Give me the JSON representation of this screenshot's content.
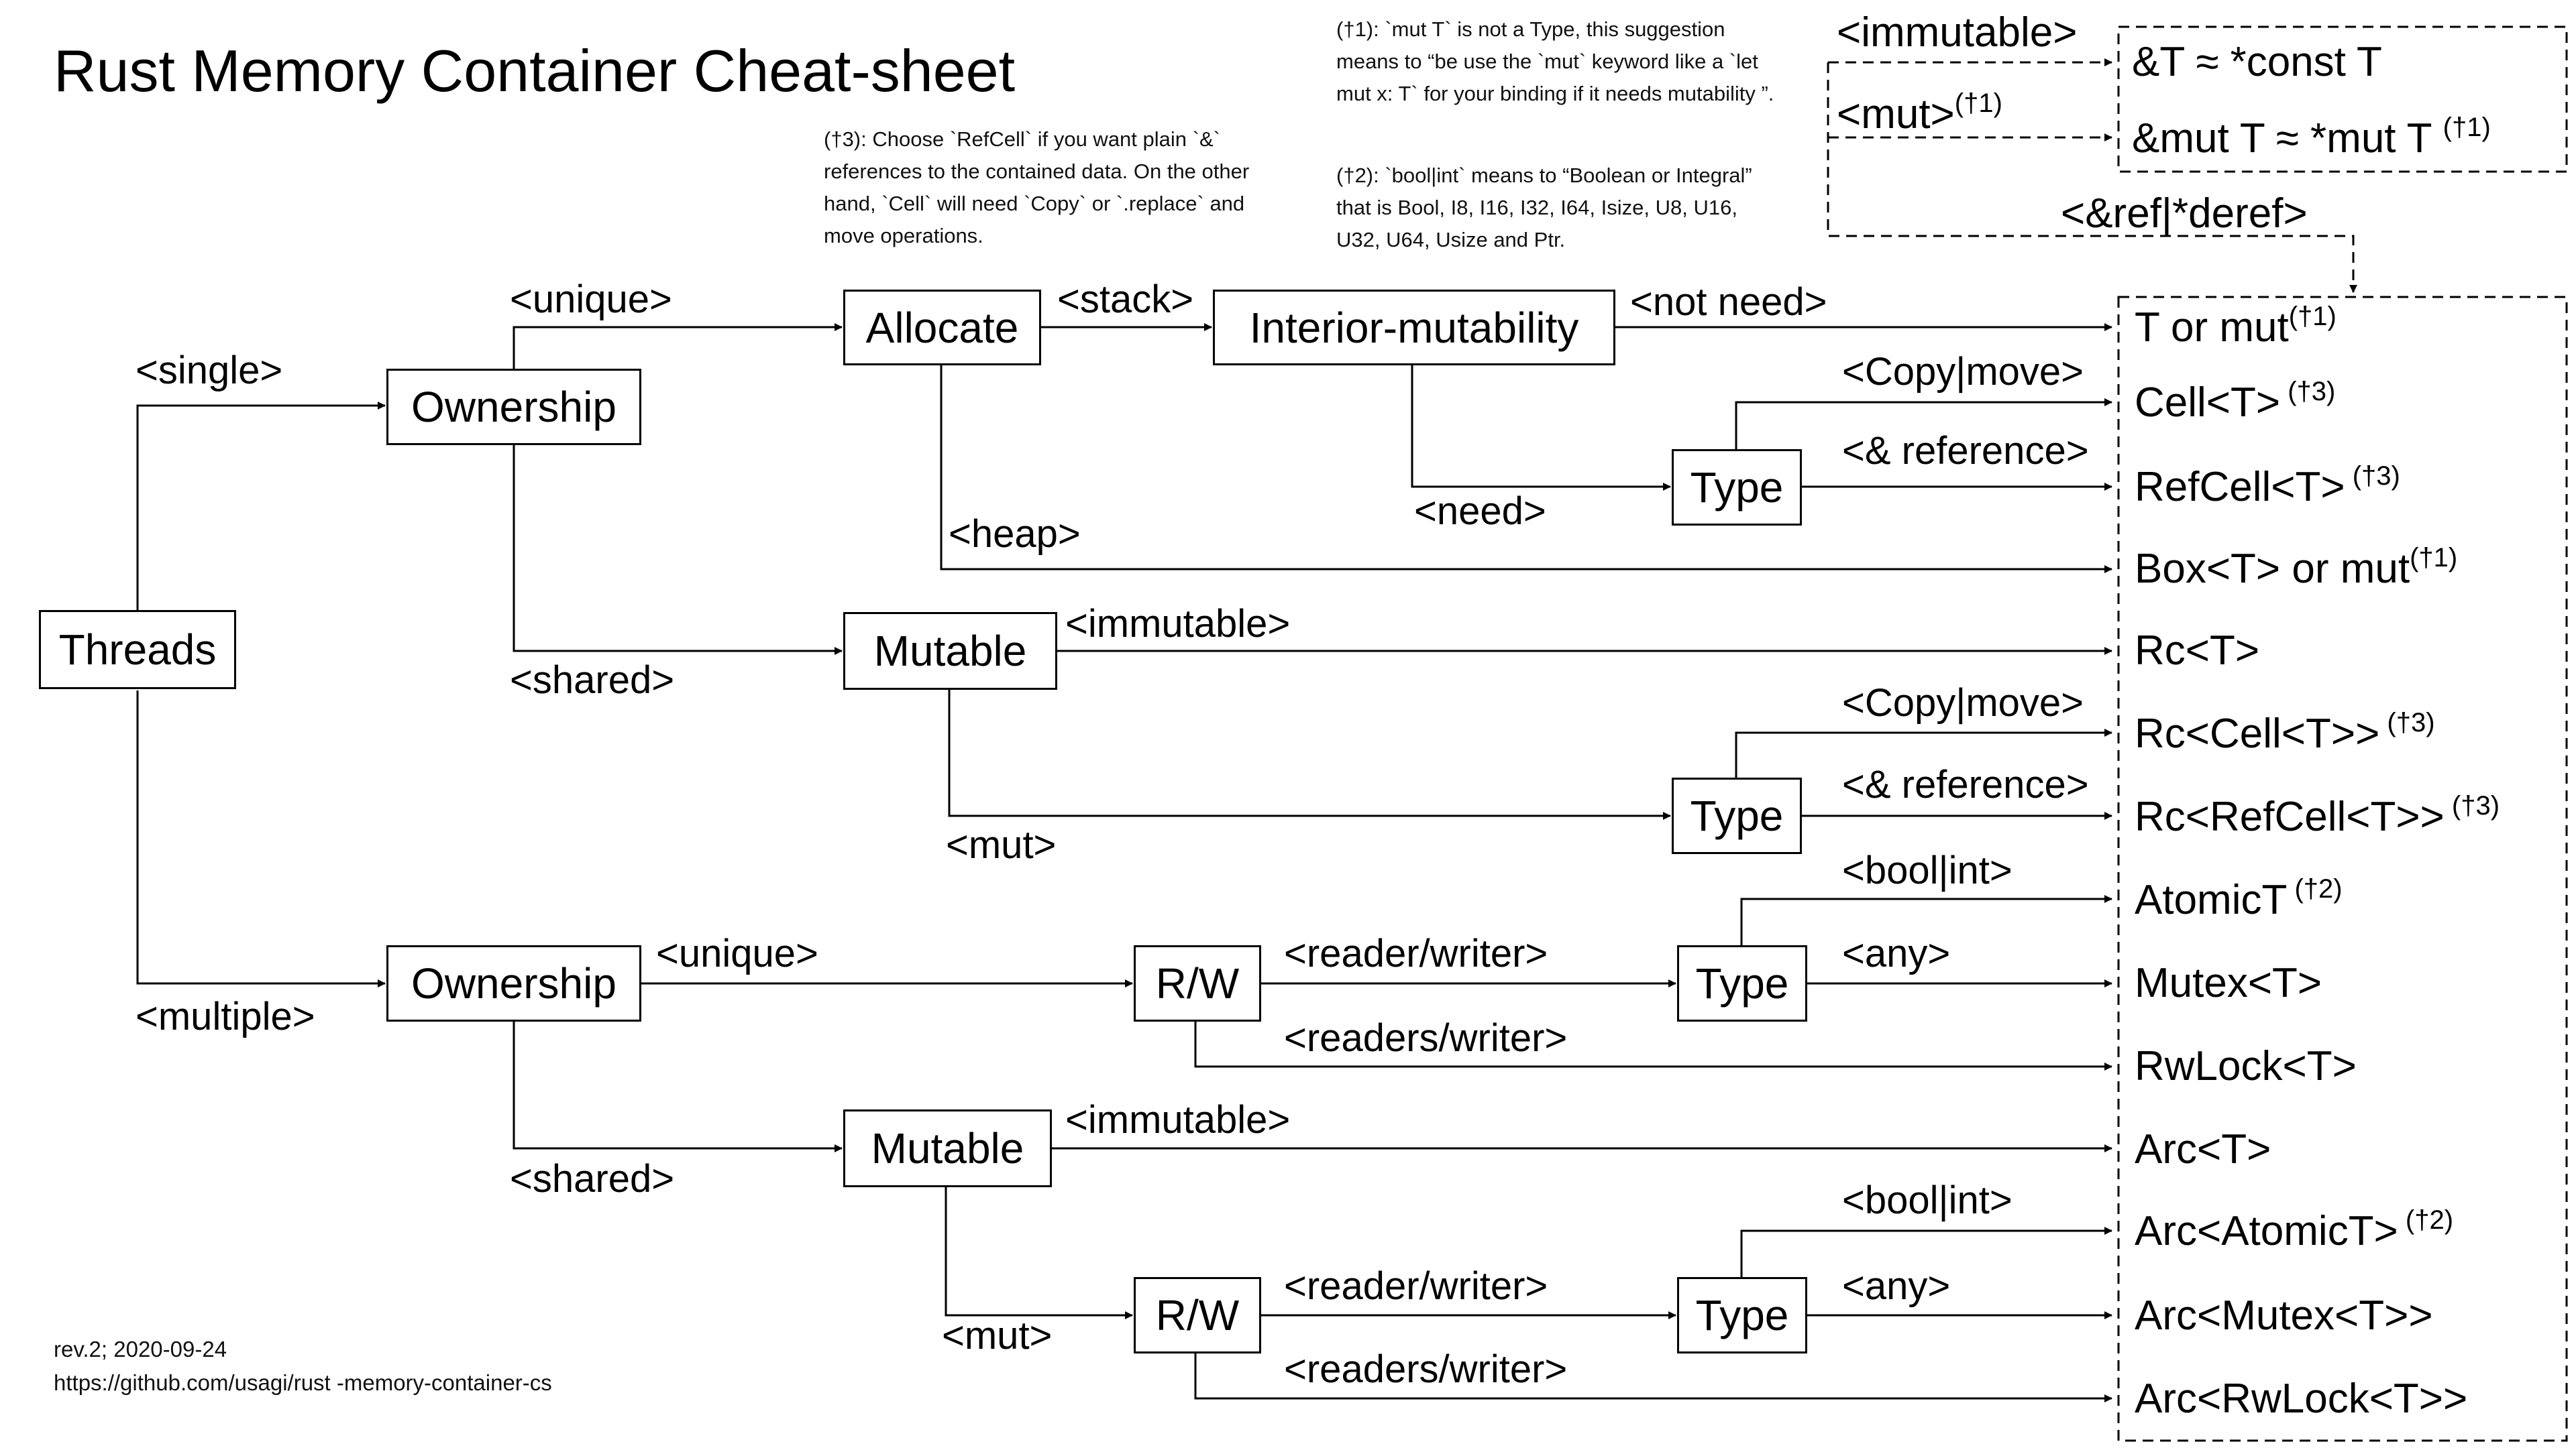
{
  "title": "Rust Memory Container Cheat-sheet",
  "notes": {
    "n1": "(†1): `mut T` is not a Type, this suggestion means to “be use the `mut` keyword like a `let  mut x: T` for your binding if it needs mutability ”.",
    "n2": "(†2): `bool|int` means to “Boolean or Integral” that is Bool, I8, I16, I32, I64, Isize, U8, U16, U32, U64,  Usize and Ptr.",
    "n3": "(†3): Choose `RefCell` if you want plain `&` references to the contained data. On the other hand, `Cell` will need `Copy` or `.replace` and move operations."
  },
  "header": {
    "immutable_label": "<immutable>",
    "mut_label": "<mut>",
    "mut_mark": "(†1)",
    "ref_label": "<&ref|*deref>",
    "ref_immutable": "&T ≈ *const T",
    "ref_mut": "&mut T ≈ *mut T",
    "ref_mut_mark": "(†1)"
  },
  "nodes": {
    "threads": "Threads",
    "own_single": "Ownership",
    "own_multi": "Ownership",
    "allocate": "Allocate",
    "interior": "Interior-mutability",
    "type": "Type",
    "mutable": "Mutable",
    "rw": "R/W"
  },
  "edges": {
    "single": "<single>",
    "multiple": "<multiple>",
    "unique": "<unique>",
    "shared": "<shared>",
    "stack": "<stack>",
    "heap": "<heap>",
    "not_need": "<not need>",
    "need": "<need>",
    "copy_move": "<Copy|move>",
    "and_reference": "<& reference>",
    "immutable": "<immutable>",
    "mut": "<mut>",
    "bool_int": "<bool|int>",
    "any": "<any>",
    "reader_writer": "<reader/writer>",
    "readers_writer": "<readers/writer>"
  },
  "results": [
    {
      "text": "T or mut",
      "mark": "(†1)"
    },
    {
      "text": "Cell<T>",
      "mark": " (†3)"
    },
    {
      "text": "RefCell<T>",
      "mark": " (†3)"
    },
    {
      "text": "Box<T> or mut",
      "mark": "(†1)"
    },
    {
      "text": "Rc<T>",
      "mark": ""
    },
    {
      "text": "Rc<Cell<T>>",
      "mark": " (†3)"
    },
    {
      "text": "Rc<RefCell<T>>",
      "mark": " (†3)"
    },
    {
      "text": "AtomicT",
      "mark": " (†2)"
    },
    {
      "text": "Mutex<T>",
      "mark": ""
    },
    {
      "text": "RwLock<T>",
      "mark": ""
    },
    {
      "text": "Arc<T>",
      "mark": ""
    },
    {
      "text": "Arc<AtomicT>",
      "mark": " (†2)"
    },
    {
      "text": "Arc<Mutex<T>>",
      "mark": ""
    },
    {
      "text": "Arc<RwLock<T>>",
      "mark": ""
    }
  ],
  "footer": {
    "rev": "rev.2; 2020-09-24",
    "url": "https://github.com/usagi/rust  -memory-container-cs"
  }
}
